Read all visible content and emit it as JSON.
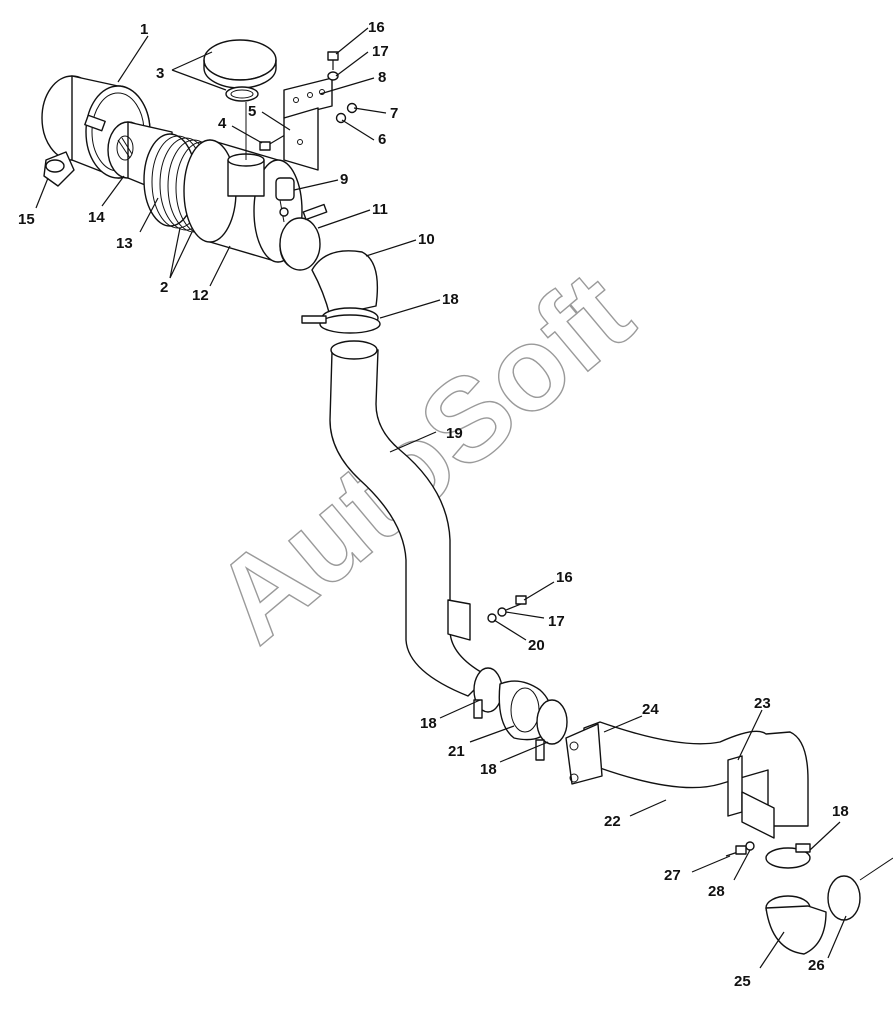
{
  "watermark": "AutoSoft",
  "callouts": {
    "c1": "1",
    "c2": "2",
    "c3": "3",
    "c4": "4",
    "c5": "5",
    "c6": "6",
    "c7": "7",
    "c8": "8",
    "c9": "9",
    "c10": "10",
    "c11": "11",
    "c12": "12",
    "c13": "13",
    "c14": "14",
    "c15": "15",
    "c16a": "16",
    "c16b": "16",
    "c17a": "17",
    "c17b": "17",
    "c18a": "18",
    "c18b": "18",
    "c18c": "18",
    "c18d": "18",
    "c19": "19",
    "c20": "20",
    "c21": "21",
    "c22": "22",
    "c23": "23",
    "c24": "24",
    "c25": "25",
    "c26": "26",
    "c27": "27",
    "c28": "28"
  }
}
